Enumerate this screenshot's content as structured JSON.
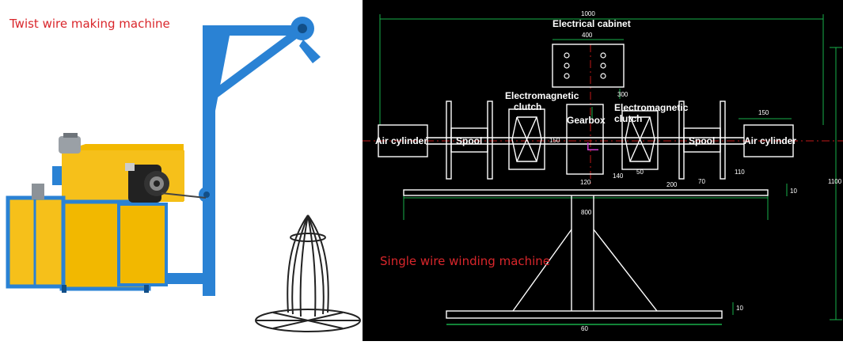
{
  "left_panel": {
    "caption": "Twist wire making machine",
    "caption_color": "#d9262b",
    "machine_body_color": "#f2b800",
    "machine_frame_color": "#2a82d4"
  },
  "right_panel": {
    "caption": "Single wire winding machine",
    "caption_color": "#d9262b",
    "background": "#000000",
    "labels": {
      "electrical_cabinet": "Electrical cabinet",
      "em_clutch_left_1": "Electromagnetic",
      "em_clutch_left_2": "clutch",
      "em_clutch_right_1": "Electromagnetic",
      "em_clutch_right_2": "clutch",
      "gearbox": "Gearbox",
      "spool_left": "Spool",
      "spool_right": "Spool",
      "air_cylinder_left": "Air cylinder",
      "air_cylinder_right": "Air cylinder"
    },
    "dimensions": {
      "overall_width": "1000",
      "cabinet_width": "400",
      "cabinet_height": "300",
      "clutch_height": "150",
      "gearbox_width": "120",
      "gearbox_dim": "140",
      "clutch_width": "50",
      "spool_height": "200",
      "spool_width": "70",
      "cylinder_width": "150",
      "cylinder_height": "110",
      "table_width": "800",
      "table_thickness": "10",
      "total_height": "1100",
      "base_thickness": "10",
      "base_width": "60"
    }
  }
}
